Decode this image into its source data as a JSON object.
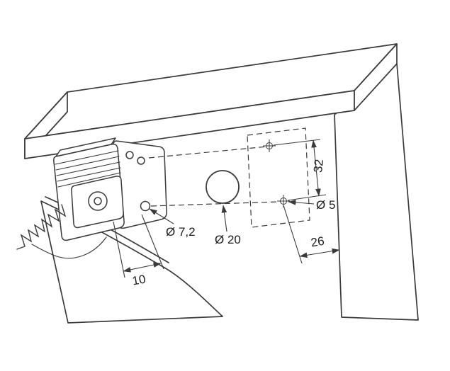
{
  "style": {
    "background": "#ffffff",
    "line_color": "#3a3a3a",
    "text_color": "#1c1c1c"
  },
  "labels": {
    "bracket_hole_dia": "Ø 7,2",
    "front_hole_dia": "Ø 20",
    "side_hole_dia": "Ø 5",
    "hole_spacing_vertical": "32",
    "edge_distance": "26",
    "bracket_edge_offset": "10"
  }
}
